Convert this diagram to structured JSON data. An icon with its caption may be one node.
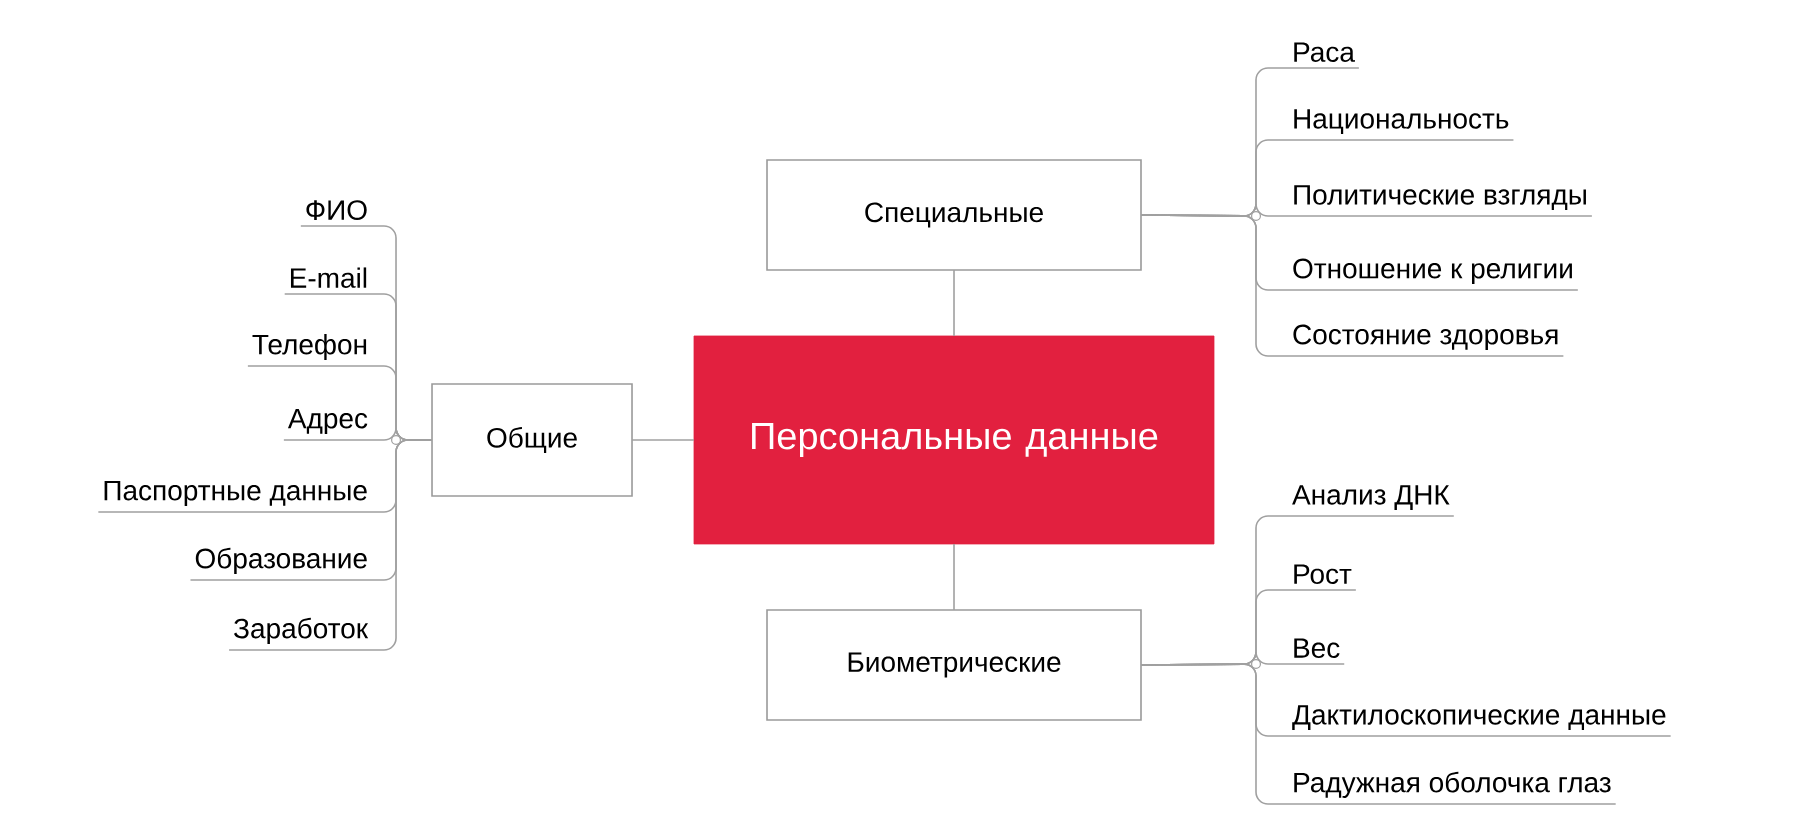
{
  "diagram": {
    "nodes": [
      {
        "text": [
          "Персональные данные"
        ]
      },
      {
        "text": [
          "Специальные"
        ]
      },
      {
        "text": [
          "Общие"
        ]
      },
      {
        "text": [
          "Биометрические"
        ]
      },
      {
        "text": [
          "Раса"
        ]
      },
      {
        "text": [
          "Национальность"
        ]
      },
      {
        "text": [
          "Политические взгляды"
        ]
      },
      {
        "text": [
          "Отношение к религии"
        ]
      },
      {
        "text": [
          "Состояние здоровья"
        ]
      },
      {
        "text": [
          "ФИО"
        ]
      },
      {
        "text": [
          "E-mail"
        ]
      },
      {
        "text": [
          "Телефон"
        ]
      },
      {
        "text": [
          "Адрес"
        ]
      },
      {
        "text": [
          "Паспортные данные"
        ]
      },
      {
        "text": [
          "Образование"
        ]
      },
      {
        "text": [
          "Заработок"
        ]
      },
      {
        "text": [
          "Анализ ДНК"
        ]
      },
      {
        "text": [
          "Рост"
        ]
      },
      {
        "text": [
          "Вес"
        ]
      },
      {
        "text": [
          "Дактилоскопические данные"
        ]
      },
      {
        "text": [
          "Радужная оболочка глаз"
        ]
      }
    ],
    "edges": [
      {
        "from": 0,
        "to": 1,
        "arrow": "none"
      },
      {
        "from": 0,
        "to": 2,
        "arrow": "none"
      },
      {
        "from": 0,
        "to": 3,
        "arrow": "none"
      },
      {
        "from": 1,
        "to": 4,
        "arrow": "none"
      },
      {
        "from": 1,
        "to": 5,
        "arrow": "none"
      },
      {
        "from": 1,
        "to": 6,
        "arrow": "none"
      },
      {
        "from": 1,
        "to": 7,
        "arrow": "none"
      },
      {
        "from": 1,
        "to": 8,
        "arrow": "none"
      },
      {
        "from": 2,
        "to": 9,
        "arrow": "none"
      },
      {
        "from": 2,
        "to": 10,
        "arrow": "none"
      },
      {
        "from": 2,
        "to": 11,
        "arrow": "none"
      },
      {
        "from": 2,
        "to": 12,
        "arrow": "none"
      },
      {
        "from": 2,
        "to": 13,
        "arrow": "none"
      },
      {
        "from": 2,
        "to": 14,
        "arrow": "none"
      },
      {
        "from": 2,
        "to": 15,
        "arrow": "none"
      },
      {
        "from": 3,
        "to": 16,
        "arrow": "none"
      },
      {
        "from": 3,
        "to": 17,
        "arrow": "none"
      },
      {
        "from": 3,
        "to": 18,
        "arrow": "none"
      },
      {
        "from": 3,
        "to": 19,
        "arrow": "none"
      },
      {
        "from": 3,
        "to": 20,
        "arrow": "none"
      }
    ]
  }
}
